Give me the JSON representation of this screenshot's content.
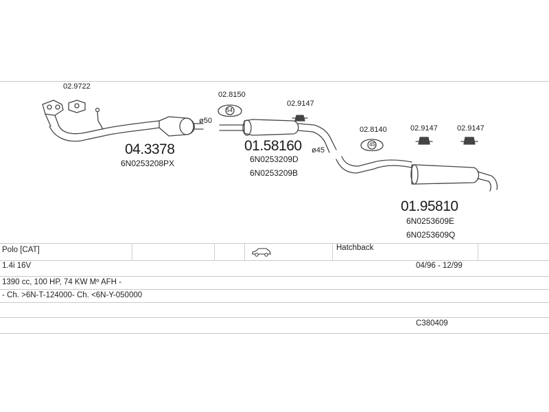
{
  "parts": {
    "clamp_front": "02.9722",
    "front_pipe": "04.3378",
    "front_pipe_oem": "6N0253208PX",
    "front_diameter": "ø50",
    "gasket_front": "02.8150",
    "gasket_front_size": "54",
    "hanger_mid": "02.9147",
    "middle_silencer": "01.58160",
    "middle_oem_1": "6N0253209D",
    "middle_oem_2": "6N0253209B",
    "middle_diameter": "ø45",
    "gasket_rear": "02.8140",
    "gasket_rear_size": "45",
    "hanger_rear_1": "02.9147",
    "hanger_rear_2": "02.9147",
    "rear_silencer": "01.95810",
    "rear_oem_1": "6N0253609E",
    "rear_oem_2": "6N0253609Q"
  },
  "vehicle": {
    "model": "Polo  [CAT]",
    "body": "Hatchback",
    "engine": "1.4i 16V",
    "period": "04/96 - 12/99",
    "specs": "1390 cc, 100 HP, 74 KW Mº AFH -",
    "chassis": "- Ch. >6N-T-124000- Ch. <6N-Y-050000",
    "code": "C380409"
  },
  "icons": {
    "car": "hatchback-car-icon"
  },
  "colors": {
    "line": "#444444",
    "frame": "#c8c8c8"
  }
}
